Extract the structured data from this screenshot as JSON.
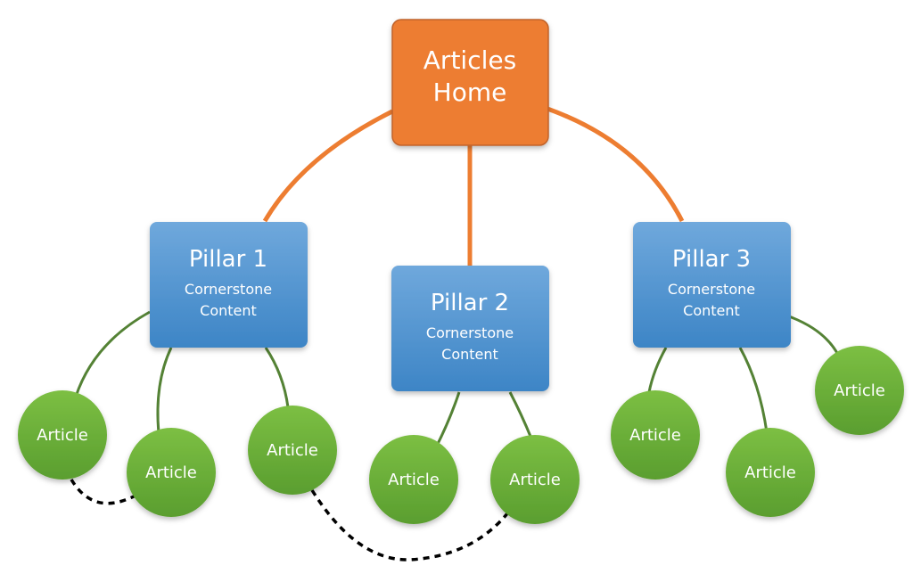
{
  "colors": {
    "home_fill": "#ED7D31",
    "home_stroke": "#C0622A",
    "pillar_fill_top": "#6FA8DC",
    "pillar_fill_bottom": "#3D85C6",
    "article_fill_top": "#8BC34A",
    "article_fill_bottom": "#5A9E2F",
    "orange_line": "#ED7D31",
    "green_line": "#548235",
    "dotted_line": "#000000",
    "text": "#ffffff"
  },
  "home": {
    "line1": "Articles",
    "line2": "Home"
  },
  "pillars": [
    {
      "title": "Pillar 1",
      "sub1": "Cornerstone",
      "sub2": "Content"
    },
    {
      "title": "Pillar 2",
      "sub1": "Cornerstone",
      "sub2": "Content"
    },
    {
      "title": "Pillar 3",
      "sub1": "Cornerstone",
      "sub2": "Content"
    }
  ],
  "articles": [
    {
      "label": "Article",
      "pillar": 1
    },
    {
      "label": "Article",
      "pillar": 1
    },
    {
      "label": "Article",
      "pillar": 1
    },
    {
      "label": "Article",
      "pillar": 2
    },
    {
      "label": "Article",
      "pillar": 2
    },
    {
      "label": "Article",
      "pillar": 3
    },
    {
      "label": "Article",
      "pillar": 3
    },
    {
      "label": "Article",
      "pillar": 3
    }
  ]
}
